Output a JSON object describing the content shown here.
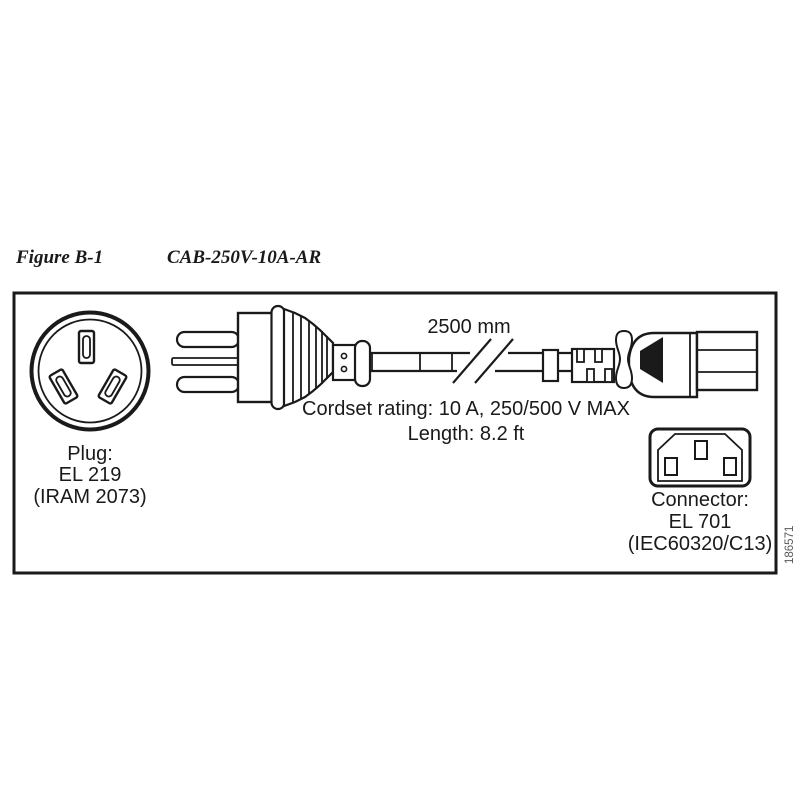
{
  "figure": {
    "label": "Figure B-1",
    "title": "CAB-250V-10A-AR",
    "figure_id": "186571"
  },
  "diagram": {
    "cable_length_label": "2500 mm",
    "cordset_rating": "Cordset rating: 10 A, 250/500 V MAX",
    "cord_length": "Length: 8.2 ft",
    "plug": {
      "label": "Plug:",
      "model": "EL 219",
      "standard": "(IRAM 2073)"
    },
    "connector": {
      "label": "Connector:",
      "model": "EL 701",
      "standard": "(IEC60320/C13)"
    }
  },
  "colors": {
    "line": "#1a1a1a",
    "background": "#ffffff",
    "figure_id_gray": "#58595b"
  }
}
